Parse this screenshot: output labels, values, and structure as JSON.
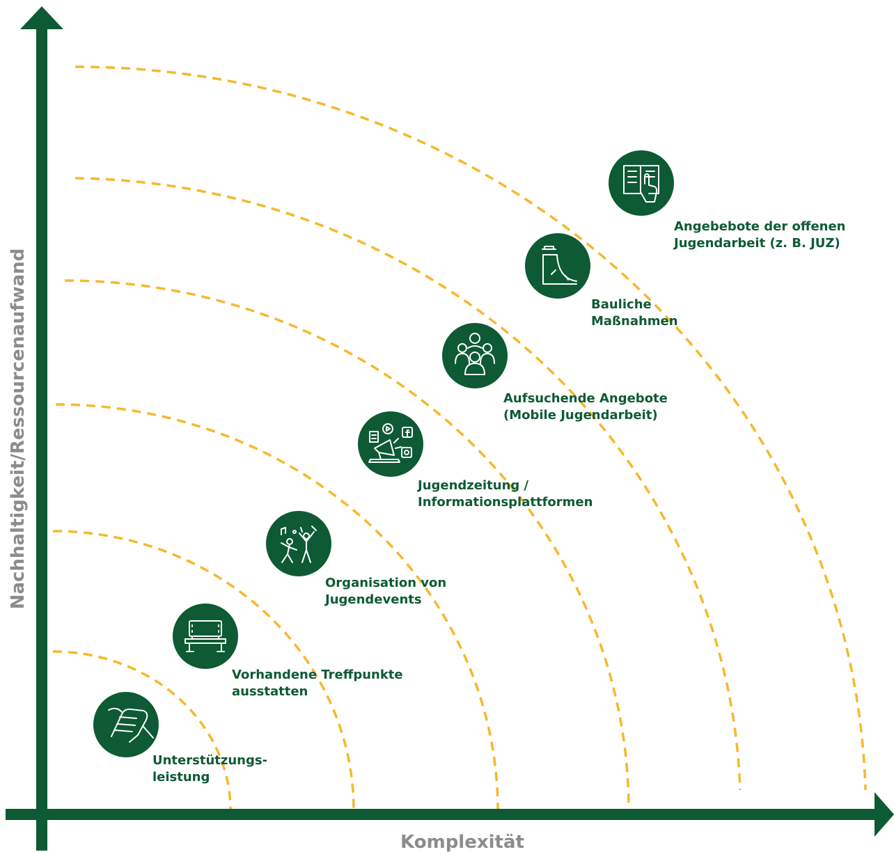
{
  "axes": {
    "x_title": "Komplexität",
    "y_title": "Nachhaltigkeit/Ressourcenaufwand"
  },
  "colors": {
    "axis": "#0d5a34",
    "circle": "#0d5a34",
    "arc": "#f6b82a",
    "label": "#0d5a34",
    "axis_title": "#8c8c8c"
  },
  "items": [
    {
      "icon": "handshake-icon",
      "lines": [
        "Unterstützungs-",
        "leistung"
      ]
    },
    {
      "icon": "bench-icon",
      "lines": [
        "Vorhandene Treffpunkte",
        "ausstatten"
      ]
    },
    {
      "icon": "dancing-people-icon",
      "lines": [
        "Organisation von",
        "Jugendevents"
      ]
    },
    {
      "icon": "social-media-megaphone-icon",
      "lines": [
        "Jugendzeitung /",
        "Informationsplattformen"
      ]
    },
    {
      "icon": "group-of-people-icon",
      "lines": [
        "Aufsuchende Angebote",
        "(Mobile Jugendarbeit)"
      ]
    },
    {
      "icon": "skate-ramp-icon",
      "lines": [
        "Bauliche",
        "Maßnahmen"
      ]
    },
    {
      "icon": "book-pointing-hand-icon",
      "lines": [
        "Angebebote der offenen",
        "Jugendarbeit (z. B. JUZ)"
      ]
    }
  ]
}
